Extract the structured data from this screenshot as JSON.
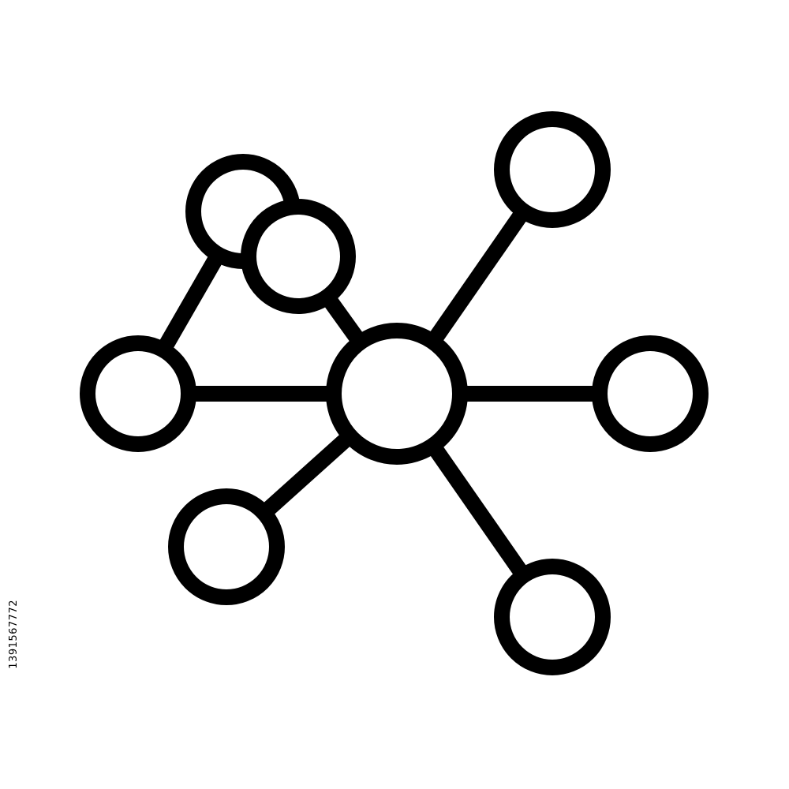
{
  "image_id_text": "1391567772",
  "colors": {
    "stroke": "#000000",
    "background": "#ffffff"
  },
  "icon": "network-hub-icon",
  "nodes": [
    {
      "id": "center"
    },
    {
      "id": "top-right"
    },
    {
      "id": "right"
    },
    {
      "id": "bottom-right"
    },
    {
      "id": "bottom-left"
    },
    {
      "id": "left"
    },
    {
      "id": "upper-left-back"
    },
    {
      "id": "upper-left-front"
    }
  ],
  "edges": [
    {
      "from": "center",
      "to": "top-right"
    },
    {
      "from": "center",
      "to": "right"
    },
    {
      "from": "center",
      "to": "bottom-right"
    },
    {
      "from": "center",
      "to": "bottom-left"
    },
    {
      "from": "center",
      "to": "left"
    },
    {
      "from": "center",
      "to": "upper-left-front"
    },
    {
      "from": "left",
      "to": "upper-left-back"
    }
  ]
}
